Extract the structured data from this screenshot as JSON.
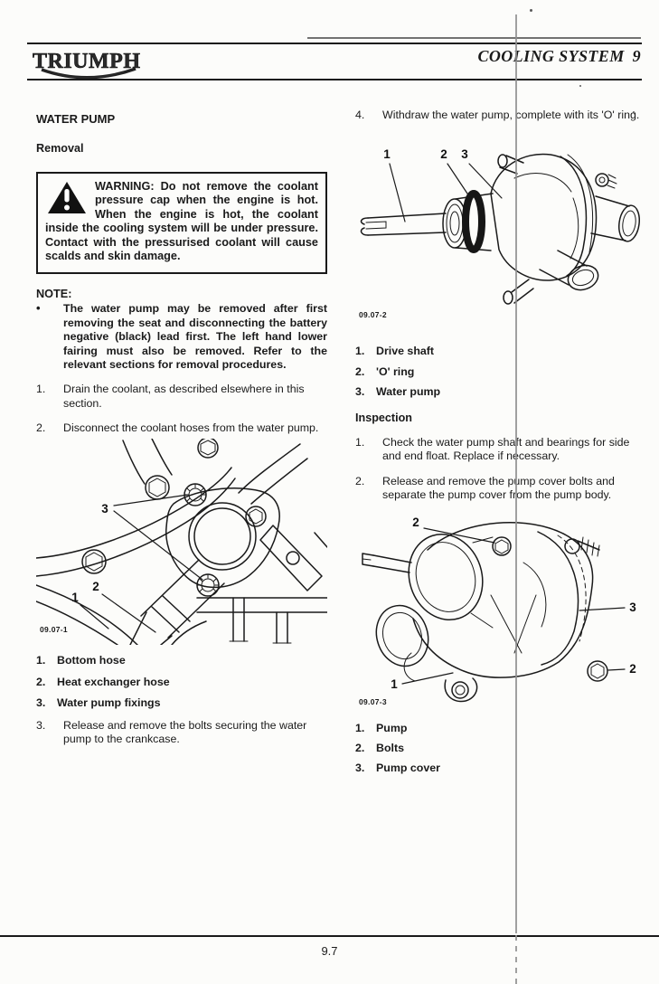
{
  "colors": {
    "ink": "#1a1a1a",
    "page_bg": "#fcfcfa",
    "scan_line_gray": "#8f8f8f"
  },
  "header": {
    "logo_text": "TRIUMPH",
    "title": "COOLING SYSTEM",
    "chapter": "9"
  },
  "left": {
    "section_title": "WATER PUMP",
    "sub_title": "Removal",
    "warning_text": "WARNING: Do not remove the coolant pressure cap when the engine is hot. When the engine is hot, the coolant inside the cooling system will be under pressure.  Contact with the pressurised coolant will cause scalds and skin damage.",
    "note_label": "NOTE:",
    "note_bullet": "•",
    "note_text": "The water pump may be removed after first removing the seat and disconnecting the battery negative (black) lead first.  The left hand lower fairing must also be removed.  Refer to the relevant sections for removal procedures.",
    "steps": [
      {
        "num": "1.",
        "text": "Drain the coolant, as described elsewhere in this section."
      },
      {
        "num": "2.",
        "text": "Disconnect the coolant hoses from the water pump."
      },
      {
        "num": "3.",
        "text": "Release and remove the bolts securing the water pump to the crankcase."
      }
    ],
    "figure1": {
      "label": "09.07-1",
      "callouts": [
        "1",
        "2",
        "3"
      ],
      "key": [
        {
          "num": "1.",
          "label": "Bottom hose"
        },
        {
          "num": "2.",
          "label": "Heat exchanger hose"
        },
        {
          "num": "3.",
          "label": "Water pump fixings"
        }
      ]
    }
  },
  "right": {
    "step4": {
      "num": "4.",
      "text": "Withdraw the water pump, complete with its 'O' ring."
    },
    "figure2": {
      "label": "09.07-2",
      "callouts": [
        "1",
        "2",
        "3"
      ],
      "key": [
        {
          "num": "1.",
          "label": "Drive shaft"
        },
        {
          "num": "2.",
          "label": "'O' ring"
        },
        {
          "num": "3.",
          "label": "Water pump"
        }
      ]
    },
    "inspection_title": "Inspection",
    "inspection_steps": [
      {
        "num": "1.",
        "text": "Check the water pump shaft and bearings for side and end float.  Replace if necessary."
      },
      {
        "num": "2.",
        "text": "Release and remove the pump cover bolts and separate the pump cover from the pump body."
      }
    ],
    "figure3": {
      "label": "09.07-3",
      "callouts": [
        "2",
        "3",
        "2",
        "1"
      ],
      "key": [
        {
          "num": "1.",
          "label": "Pump"
        },
        {
          "num": "2.",
          "label": "Bolts"
        },
        {
          "num": "3.",
          "label": "Pump cover"
        }
      ]
    }
  },
  "footer": {
    "page_number": "9.7"
  }
}
